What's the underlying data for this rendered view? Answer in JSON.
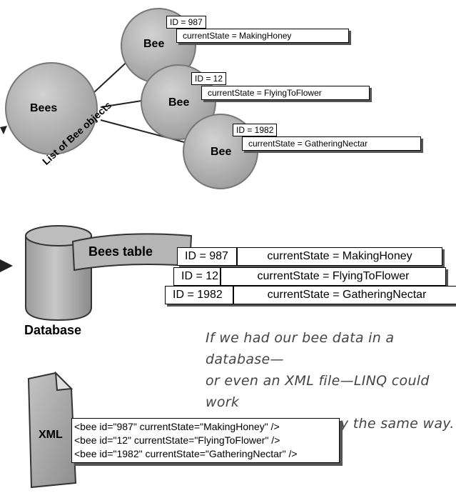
{
  "bees_list": {
    "label": "Bees",
    "caption": "List of Bee objects",
    "objects": [
      {
        "bee_label": "Bee",
        "id_text": "ID = 987",
        "state_text": "currentState = MakingHoney"
      },
      {
        "bee_label": "Bee",
        "id_text": "ID = 12",
        "state_text": "currentState = FlyingToFlower"
      },
      {
        "bee_label": "Bee",
        "id_text": "ID = 1982",
        "state_text": "currentState = GatheringNectar"
      }
    ]
  },
  "database": {
    "label": "Database",
    "table_label": "Bees table",
    "rows": [
      {
        "id": "ID = 987",
        "state": "currentState = MakingHoney"
      },
      {
        "id": "ID = 12",
        "state": "currentState = FlyingToFlower"
      },
      {
        "id": "ID = 1982",
        "state": "currentState = GatheringNectar"
      }
    ]
  },
  "note": {
    "lines": [
      "If we had our bee data in a database—",
      "or even an XML file—LINQ could work",
      "with them in exactly the same way."
    ]
  },
  "xml": {
    "label": "XML",
    "lines": [
      "<bee id=\"987\" currentState=\"MakingHoney\" />",
      "<bee id=\"12\" currentState=\"FlyingToFlower\" />",
      "<bee id=\"1982\" currentState=\"GatheringNectar\" />"
    ]
  },
  "colors": {
    "circle_fill": "#b7b7b7",
    "paper_fill": "#b0b0b0",
    "outline": "#333333"
  }
}
